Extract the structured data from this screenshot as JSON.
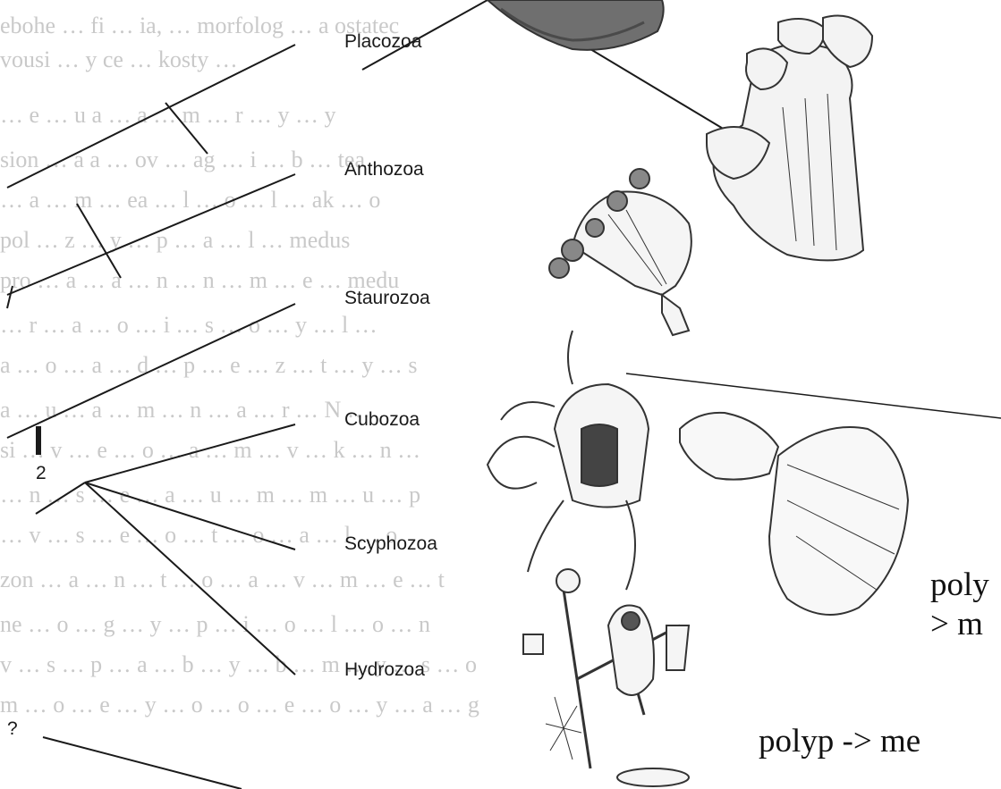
{
  "taxa": {
    "placozoa": "Placozoa",
    "anthozoa": "Anthozoa",
    "staurozoa": "Staurozoa",
    "cubozoa": "Cubozoa",
    "scyphozoa": "Scyphozoa",
    "hydrozoa": "Hydrozoa"
  },
  "markers": {
    "node_number": "2",
    "question": "?"
  },
  "annotations": {
    "polyp_medusa_short": "poly",
    "polyp_medusa_short_cont": "> m",
    "polyp_medusa": "polyp -> me"
  },
  "colors": {
    "background": "#ffffff",
    "faded_text": "#c9c9c9",
    "ink": "#1a1a1a"
  }
}
